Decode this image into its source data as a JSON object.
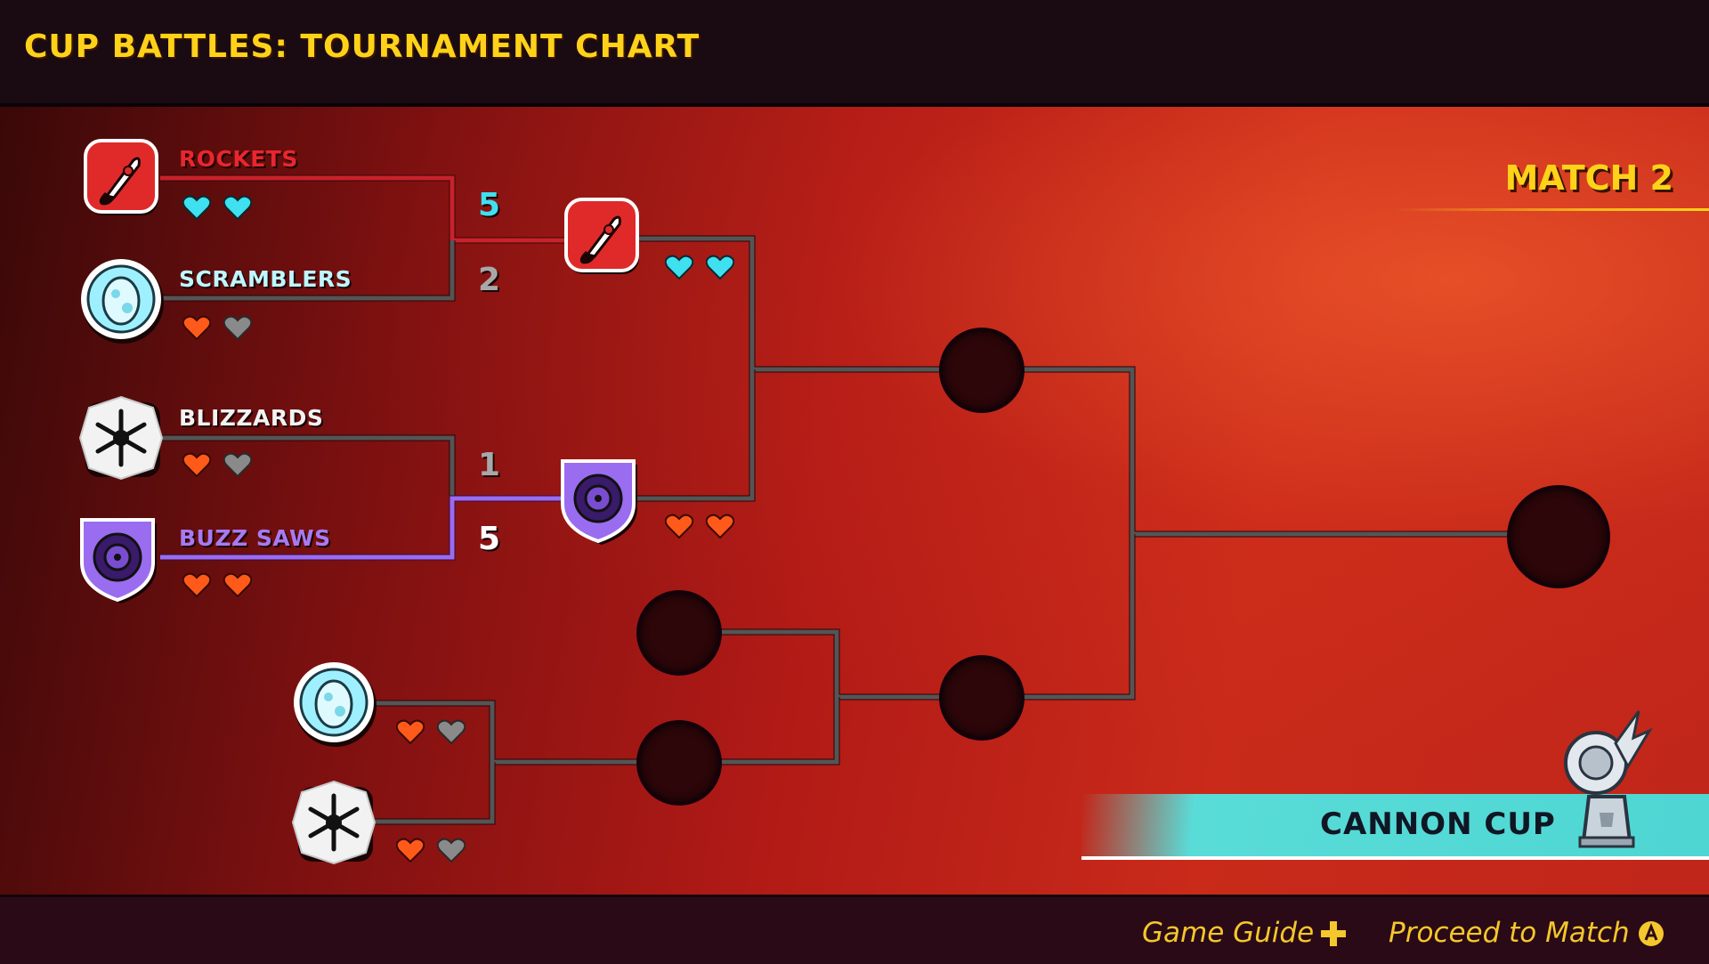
{
  "header": {
    "title": "CUP BATTLES: TOURNAMENT CHART"
  },
  "match": {
    "label": "MATCH 2"
  },
  "cup": {
    "name": "CANNON CUP",
    "icon": "trophy-icon"
  },
  "colors": {
    "rockets": "#e02a2a",
    "scramblers": "#9ff0ff",
    "blizzards": "#f2f2f2",
    "buzz_saws": "#9a6cf0",
    "heart_cyan": "#3fe0f0",
    "heart_orange": "#ff5a1a",
    "heart_grey": "#8a8a8a",
    "accent_yellow": "#ffd21a"
  },
  "bracket": {
    "round1": [
      {
        "team": "ROCKETS",
        "icon": "rocket-icon",
        "hearts": [
          "cyan",
          "cyan"
        ],
        "score": "5"
      },
      {
        "team": "SCRAMBLERS",
        "icon": "egg-icon",
        "hearts": [
          "orange",
          "grey"
        ],
        "score": "2"
      },
      {
        "team": "BLIZZARDS",
        "icon": "snowflake-icon",
        "hearts": [
          "orange",
          "grey"
        ],
        "score": "1"
      },
      {
        "team": "BUZZ SAWS",
        "icon": "saw-blade-icon",
        "hearts": [
          "orange",
          "orange"
        ],
        "score": "5"
      }
    ],
    "round2": [
      {
        "icon": "rocket-icon",
        "hearts": [
          "cyan",
          "cyan"
        ]
      },
      {
        "icon": "saw-blade-icon",
        "hearts": [
          "orange",
          "orange"
        ]
      }
    ],
    "lower": [
      {
        "icon": "egg-icon",
        "hearts": [
          "orange",
          "grey"
        ]
      },
      {
        "icon": "snowflake-icon",
        "hearts": [
          "orange",
          "grey"
        ]
      }
    ],
    "empty_slots": 5
  },
  "footer": {
    "game_guide": "Game Guide",
    "game_guide_icon": "plus-icon",
    "proceed": "Proceed to Match",
    "proceed_icon": "a-button-icon"
  }
}
